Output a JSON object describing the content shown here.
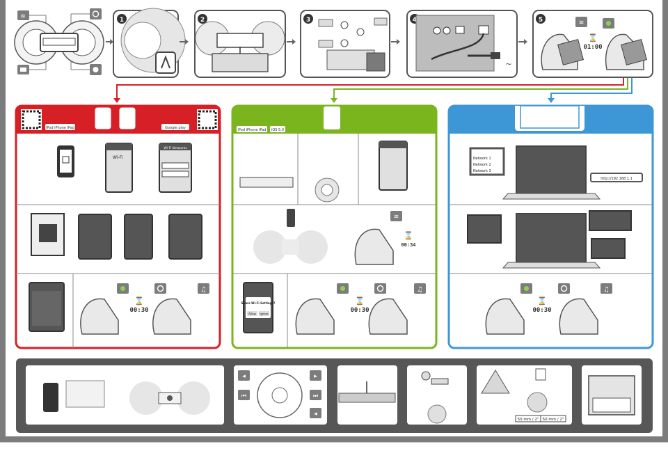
{
  "steps": {
    "step1": {
      "number": "1"
    },
    "step2": {
      "number": "2"
    },
    "step3": {
      "number": "3"
    },
    "step4": {
      "number": "4"
    },
    "step5": {
      "number": "5",
      "timer": "01:00"
    }
  },
  "android_panel": {
    "store_badges": "iPod iPhone iPad",
    "app_badge": "Google play",
    "phone_screen_1_title": "Wi-Fi",
    "phone_screen_2_title": "Wi-Fi Networks",
    "timer": "00:30"
  },
  "apple_panel": {
    "store_badges": "iPod iPhone iPad",
    "ios_badge": "iOS 5.0",
    "dialog_title": "Share Wi-Fi Settings?",
    "dialog_allow": "Allow",
    "dialog_ignore": "Ignore",
    "timer_1": "00:34",
    "timer_2": "00:30"
  },
  "pc_panel": {
    "networks": [
      "Network 1",
      "Network 2",
      "Network 3"
    ],
    "address": "http://192.168.1.1",
    "timer": "00:30"
  },
  "bottom_strip": {
    "measure_left": "50 mm / 2\"",
    "measure_right": "50 mm / 2\""
  },
  "colors": {
    "red": "#d71f26",
    "green": "#7ab51d",
    "blue": "#3d97d6",
    "grey_dark": "#575757",
    "frame": "#7c7c7c"
  }
}
